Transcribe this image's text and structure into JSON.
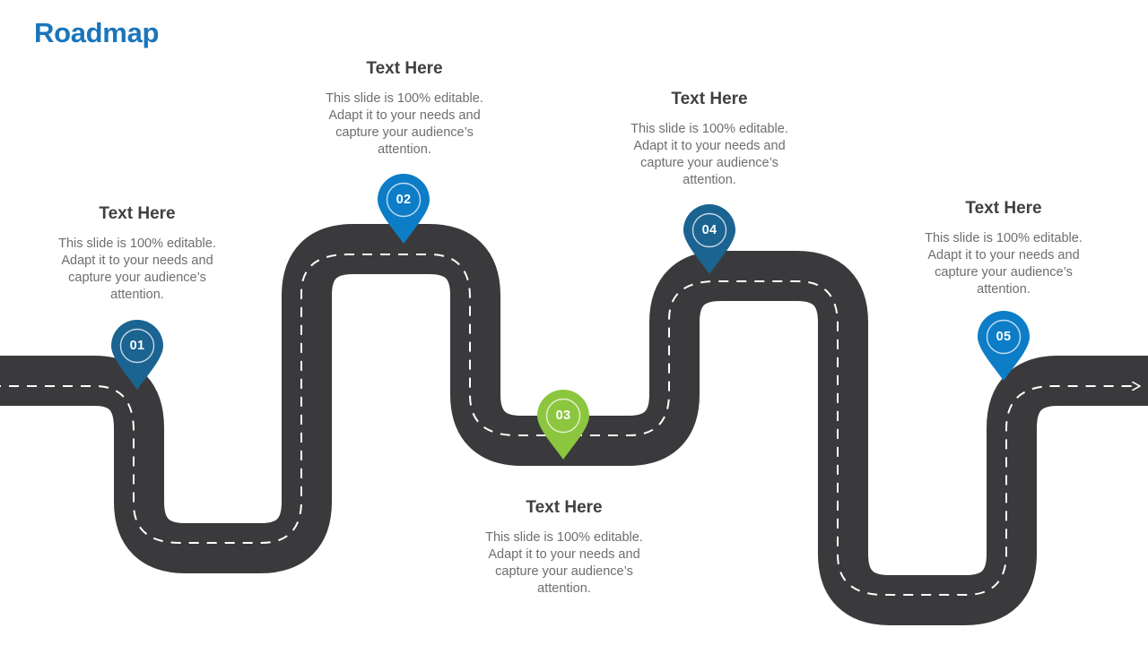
{
  "title": "Roadmap",
  "colors": {
    "title": "#1a75bb",
    "road": "#3a3a3c",
    "road_line": "#ffffff",
    "heading": "#404040",
    "body": "#6d6e71",
    "pin_dark_blue": "#1b6391",
    "pin_blue": "#0d7dc8",
    "pin_green": "#8cc63f",
    "background": "#ffffff"
  },
  "body_text": "This slide is 100% editable. Adapt it to your needs and capture your audience’s attention.",
  "milestones": [
    {
      "number": "01",
      "heading": "Text Here",
      "body": "This slide is 100% editable. Adapt it to your needs and capture your audience’s attention.",
      "pin_color": "#1b6391"
    },
    {
      "number": "02",
      "heading": "Text Here",
      "body": "This slide is 100% editable. Adapt it to your needs and capture your audience’s attention.",
      "pin_color": "#0d7dc8"
    },
    {
      "number": "03",
      "heading": "Text Here",
      "body": "This slide is 100% editable. Adapt it to your needs and capture your audience’s attention.",
      "pin_color": "#8cc63f"
    },
    {
      "number": "04",
      "heading": "Text Here",
      "body": "This slide is 100% editable. Adapt it to your needs and capture your audience’s attention.",
      "pin_color": "#1b6391"
    },
    {
      "number": "05",
      "heading": "Text Here",
      "body": "This slide is 100% editable. Adapt it to your needs and capture your audience’s attention.",
      "pin_color": "#0d7dc8"
    }
  ]
}
